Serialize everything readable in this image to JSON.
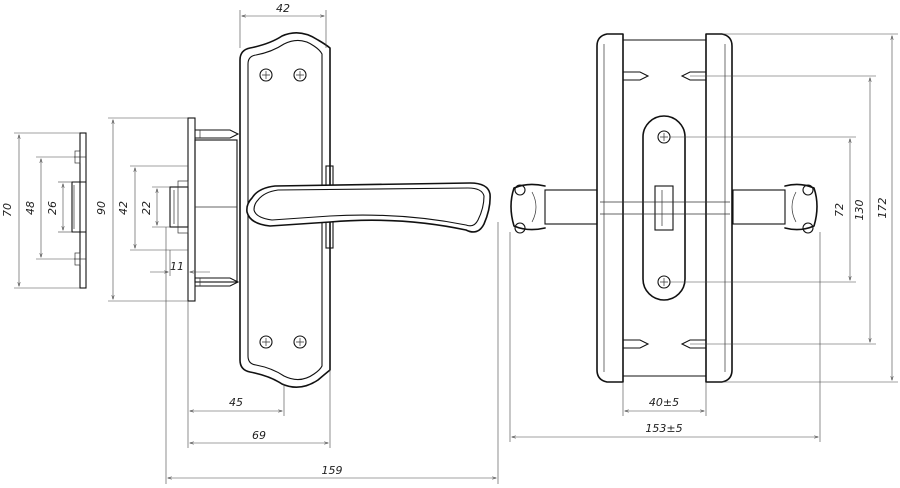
{
  "dimensions": {
    "strike_plate_height": "70",
    "strike_hole_span": "48",
    "strike_slot_height": "26",
    "latch_body_height": "90",
    "latch_face_height": "42",
    "latch_bolt_height": "22",
    "latch_bolt_projection": "11",
    "backset_45": "45",
    "backset_69": "69",
    "overall_length": "159",
    "plate_width": "42",
    "handle_spacing": "40±5",
    "door_thickness_range": "153±5",
    "screw_spacing_72": "72",
    "screw_spacing_130": "130",
    "plate_height_172": "172"
  },
  "colors": {
    "line": "#111111",
    "background": "#ffffff"
  }
}
